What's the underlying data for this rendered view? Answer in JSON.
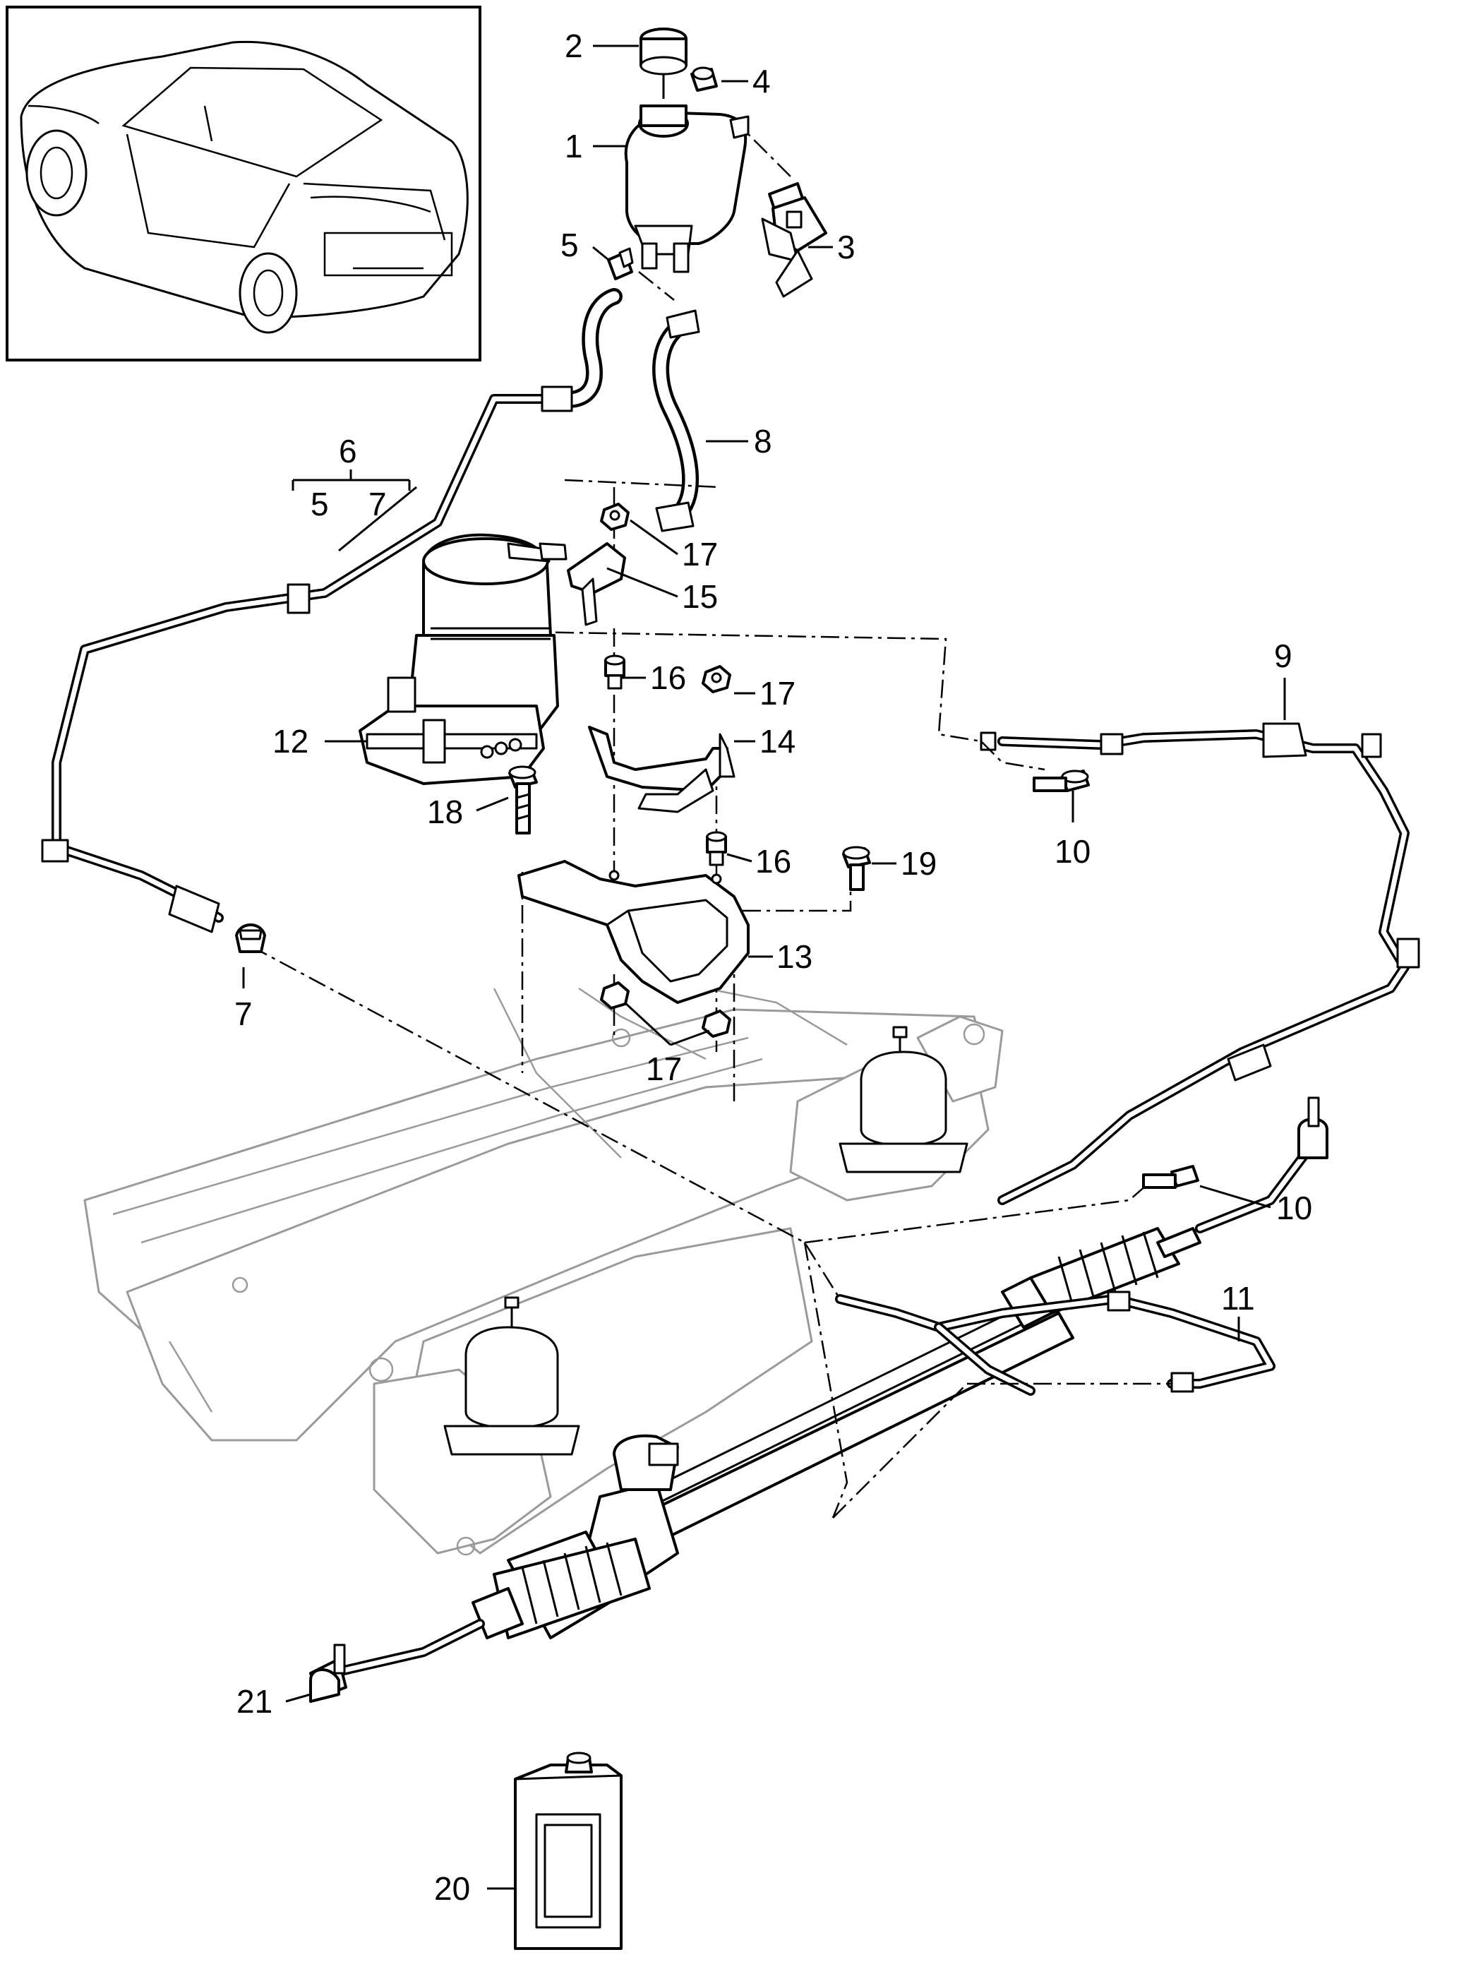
{
  "callouts": {
    "c1": "1",
    "c2": "2",
    "c3": "3",
    "c4": "4",
    "c5a": "5",
    "c5b": "5",
    "c6": "6",
    "c7a": "7",
    "c7b": "7",
    "c8": "8",
    "c9": "9",
    "c10a": "10",
    "c10b": "10",
    "c11": "11",
    "c12": "12",
    "c13": "13",
    "c14": "14",
    "c15": "15",
    "c16a": "16",
    "c16b": "16",
    "c17a": "17",
    "c17b": "17",
    "c17c": "17",
    "c18": "18",
    "c19": "19",
    "c20": "20",
    "c21": "21"
  },
  "colors": {
    "line": "#000000",
    "frame": "#9a9a9a",
    "background": "#ffffff"
  }
}
